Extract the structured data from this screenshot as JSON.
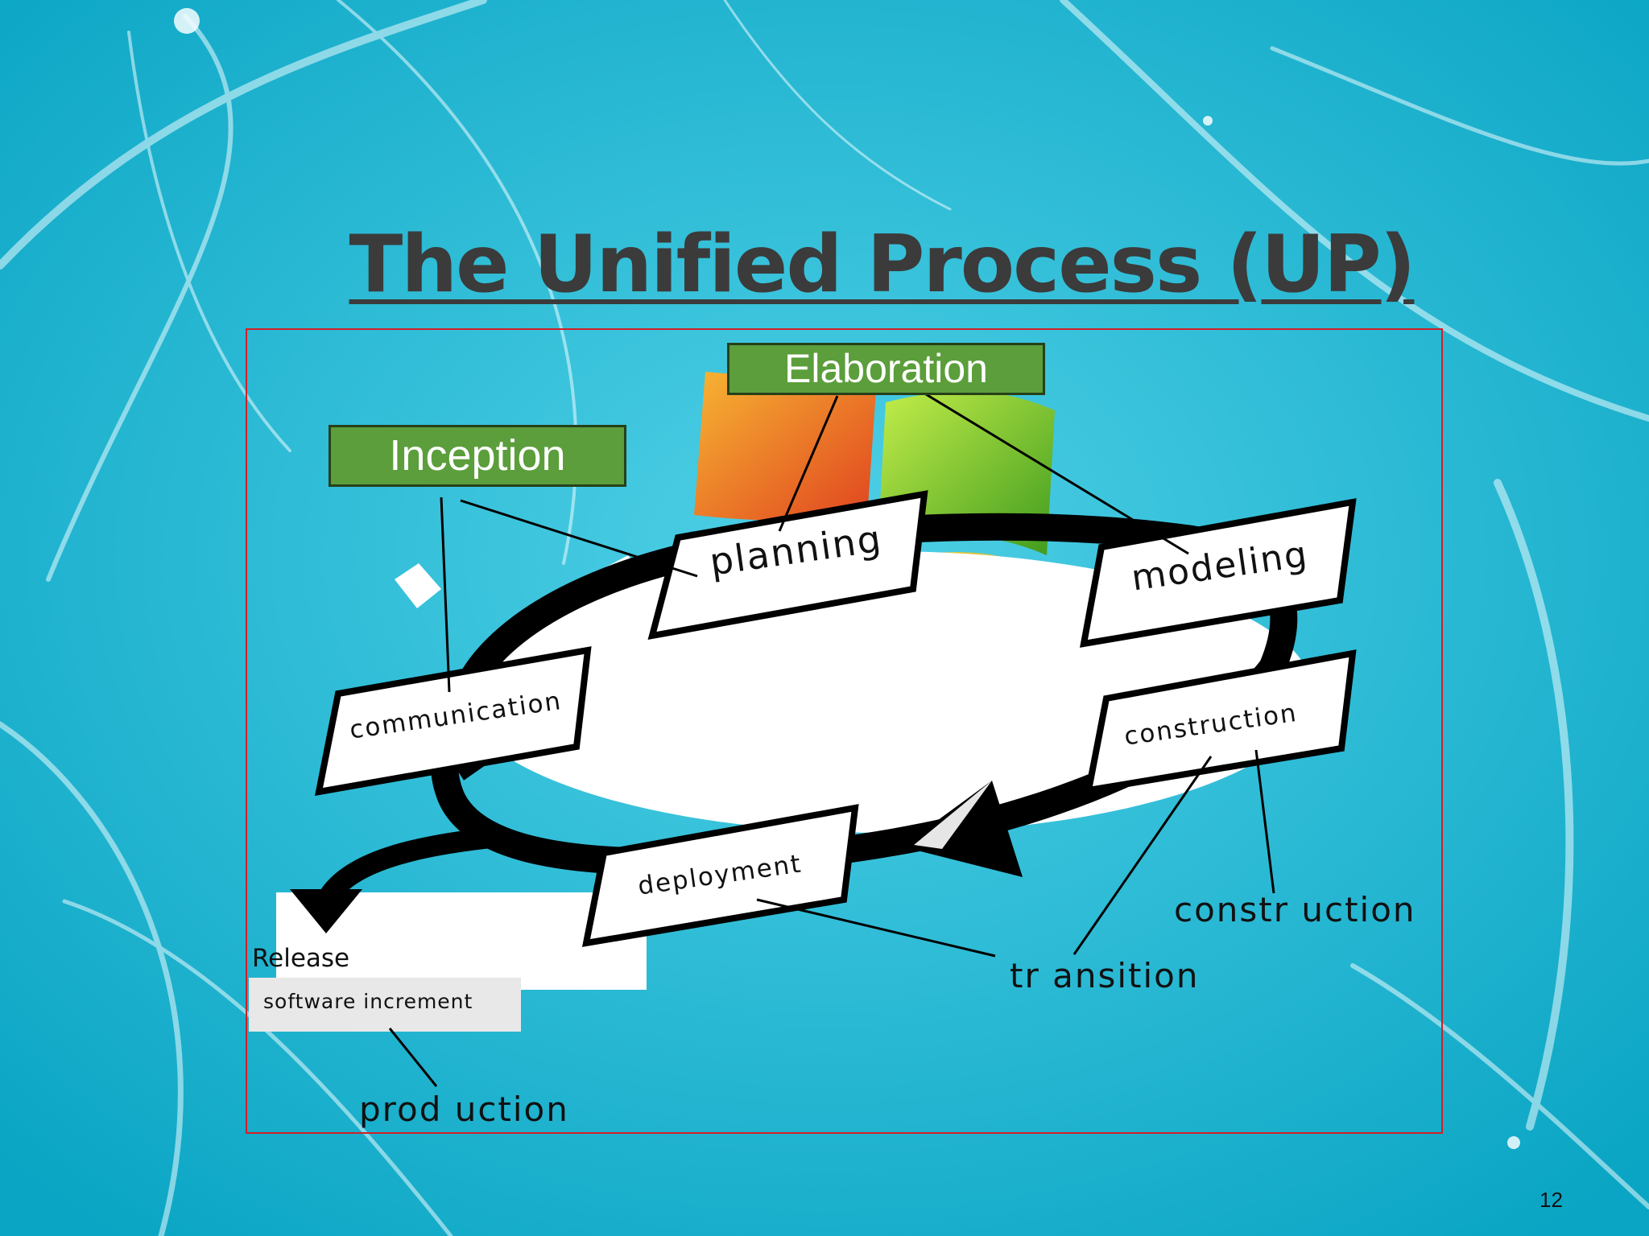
{
  "slide": {
    "title": "The Unified Process (UP)",
    "page_number": "12"
  },
  "phases": {
    "inception": "Inception",
    "elaboration": "Elaboration",
    "construction": "constr uction",
    "transition": "tr ansition",
    "production": "prod uction"
  },
  "activities": {
    "communication": "communication",
    "planning": "planning",
    "modeling": "modeling",
    "construction": "construction",
    "deployment": "deployment"
  },
  "release": {
    "label": "Release",
    "increment": "software increment"
  },
  "colors": {
    "background": "#1ab4cf",
    "phase_box": "#5b9e3b",
    "frame": "#d21f26",
    "title": "#3b3b3b"
  }
}
